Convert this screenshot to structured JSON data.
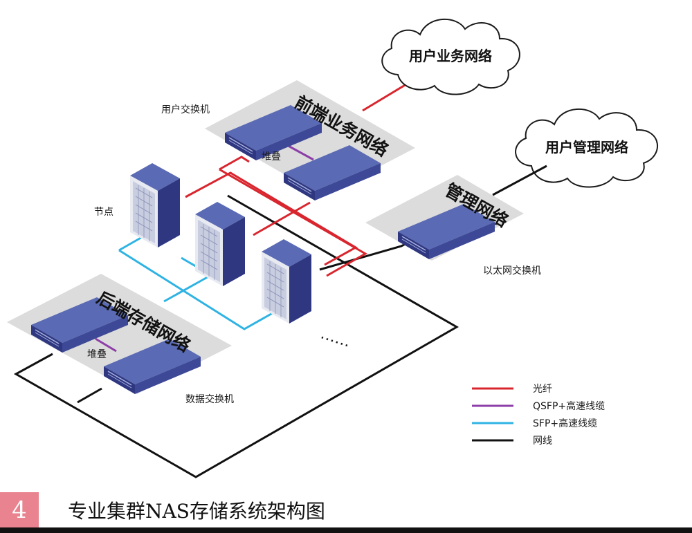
{
  "clouds": {
    "business": "用户业务网络",
    "management": "用户管理网络"
  },
  "zones": {
    "frontend": "前端业务网络",
    "management": "管理网络",
    "backend": "后端存储网络"
  },
  "labels": {
    "user_switch": "用户交换机",
    "stack_front": "堆叠",
    "node": "节点",
    "ethernet_switch": "以太网交换机",
    "stack_back": "堆叠",
    "data_switch": "数据交换机",
    "more_dots": "……"
  },
  "legend": [
    {
      "label": "光纤",
      "color": "#d9262e"
    },
    {
      "label": "QSFP+高速线缆",
      "color": "#8d3fa8"
    },
    {
      "label": "SFP+高速线缆",
      "color": "#2fb3e3"
    },
    {
      "label": "网线",
      "color": "#111111"
    }
  ],
  "caption": {
    "number": "4",
    "title": "专业集群NAS存储系统架构图"
  },
  "colors": {
    "fiber": "#d9262e",
    "qsfp": "#8d3fa8",
    "sfp": "#2fb3e3",
    "ethernet": "#111111",
    "zone_fill": "#dcdcdc",
    "device_top": "#5a6ab4",
    "device_front": "#2e3780",
    "device_side": "#3d4896",
    "caption_badge": "#e8838f"
  },
  "icons": [
    "cloud-icon",
    "switch-icon",
    "server-icon"
  ]
}
